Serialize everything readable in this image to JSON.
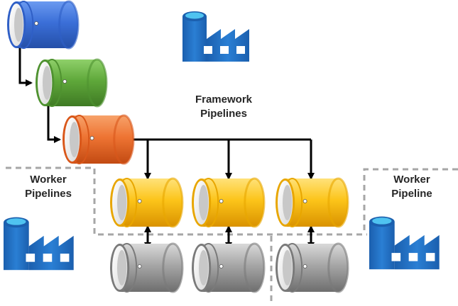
{
  "labels": {
    "framework": "Framework\nPipelines",
    "worker_left": "Worker\nPipelines",
    "worker_right": "Worker\nPipeline"
  },
  "colors": {
    "blue": [
      "#2f5fc6",
      "#6b9af0"
    ],
    "green": [
      "#4f9230",
      "#8fd06a"
    ],
    "orange": [
      "#d9571a",
      "#f7a26a"
    ],
    "yellow": [
      "#e8a600",
      "#ffd84a"
    ],
    "gray": [
      "#7a7a7a",
      "#cfcfcf"
    ],
    "factory": "#1f6fc0",
    "factory_top": "#4fb3ea",
    "connector": "#000000",
    "boundary": "#a6a6a6"
  },
  "icons": {
    "pipeline": "pipeline-cylinder-icon",
    "factory": "data-factory-icon"
  }
}
